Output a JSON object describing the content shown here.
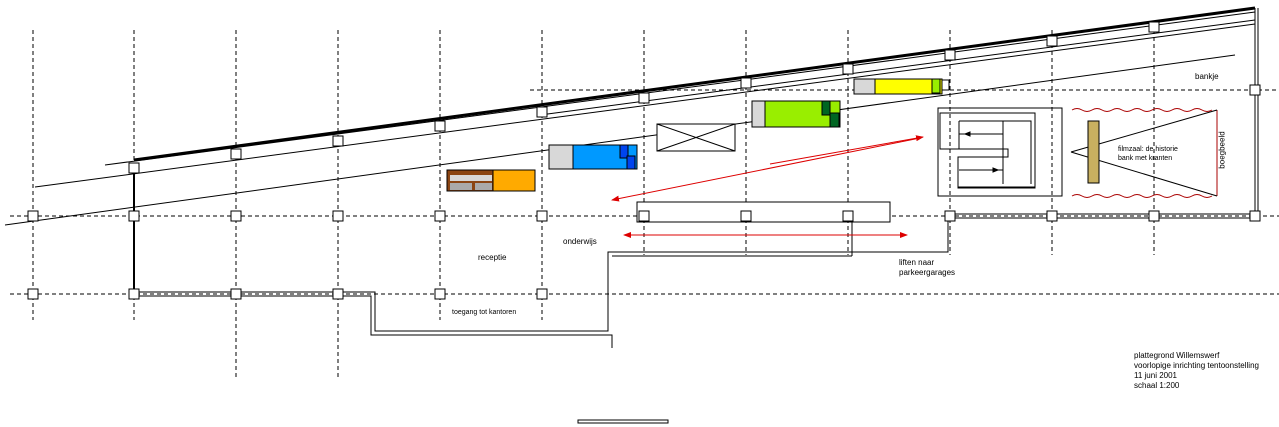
{
  "labels": {
    "bankje": "bankje",
    "boegbeeld": "boegbeeld",
    "filmzaal_line1": "filmzaal: de historie",
    "filmzaal_line2": "bank met kranten",
    "receptie": "receptie",
    "onderwijs": "onderwijs",
    "liften_line1": "liften naar",
    "liften_line2": "parkeergarages",
    "toegang": "toegang tot kantoren"
  },
  "title_block": {
    "line1": "plattegrond Willemswerf",
    "line2": "voorlopige inrichting tentoonstelling",
    "line3": "11 juni 2001",
    "line4": "schaal 1:200"
  },
  "colors": {
    "orange": "#ffaa00",
    "brown": "#8b4513",
    "blue": "#0099ff",
    "dark_blue": "#0044ee",
    "lime": "#99ee00",
    "dark_green": "#006622",
    "yellow": "#ffff00",
    "gray": "#d8d8d8",
    "khaki": "#c8b060",
    "route_red": "#dd0000",
    "screen_wave": "#aa0000"
  }
}
